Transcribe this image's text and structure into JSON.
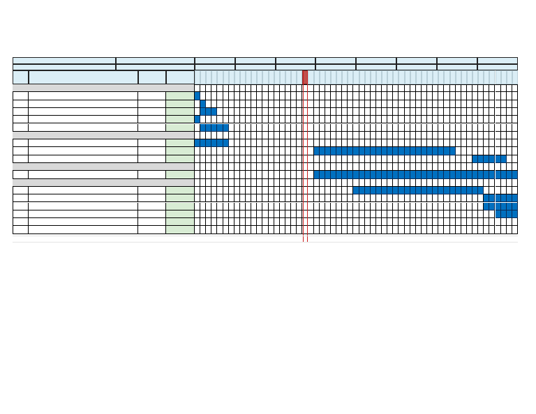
{
  "sheet": {
    "title": "",
    "month_headers": [
      "",
      "",
      "",
      "",
      "",
      "",
      "",
      "",
      "",
      ""
    ],
    "column_headers": {
      "id": "",
      "task": "",
      "start": "",
      "duration": "",
      "end": ""
    },
    "today_index": 19,
    "day_count": 57
  },
  "tasks": [
    {
      "phase": true,
      "bar": null
    },
    {
      "phase": false,
      "bar": [
        0,
        1
      ]
    },
    {
      "phase": false,
      "bar": [
        1,
        2
      ]
    },
    {
      "phase": false,
      "bar": [
        1,
        4
      ]
    },
    {
      "phase": false,
      "bar": [
        0,
        1
      ]
    },
    {
      "phase": false,
      "bar": [
        1,
        6
      ]
    },
    {
      "phase": true,
      "bar": null
    },
    {
      "phase": false,
      "bar": [
        0,
        6
      ]
    },
    {
      "phase": false,
      "bar": [
        21,
        46
      ]
    },
    {
      "phase": false,
      "bar": [
        49,
        55
      ]
    },
    {
      "phase": true,
      "bar": null
    },
    {
      "phase": false,
      "bar": [
        21,
        57
      ]
    },
    {
      "phase": true,
      "bar": null
    },
    {
      "phase": false,
      "bar": [
        28,
        51
      ]
    },
    {
      "phase": false,
      "bar": [
        51,
        57
      ]
    },
    {
      "phase": false,
      "bar": [
        51,
        57
      ]
    },
    {
      "phase": false,
      "bar": [
        53,
        57
      ]
    },
    {
      "phase": false,
      "bar": null
    },
    {
      "phase": false,
      "bar": null
    }
  ],
  "colors": {
    "header": "#dbeef6",
    "phase_row": "#d9d9d9",
    "duration_col": "#d8ecd4",
    "bar": "#0070c0",
    "today": "#c0504d"
  }
}
